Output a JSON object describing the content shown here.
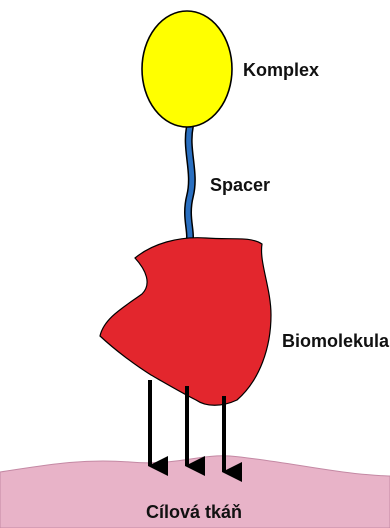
{
  "labels": {
    "complex": "Komplex",
    "spacer": "Spacer",
    "biomolecule": "Biomolekula",
    "target_tissue": "Cílová tkáň"
  },
  "colors": {
    "complex_fill": "#ffff00",
    "spacer": "#2a6fc0",
    "biomolecule_fill": "#e3262d",
    "tissue_fill": "#e8b3c8",
    "tissue_edge": "#c489a4",
    "arrow": "#000000",
    "outline": "#000000"
  }
}
